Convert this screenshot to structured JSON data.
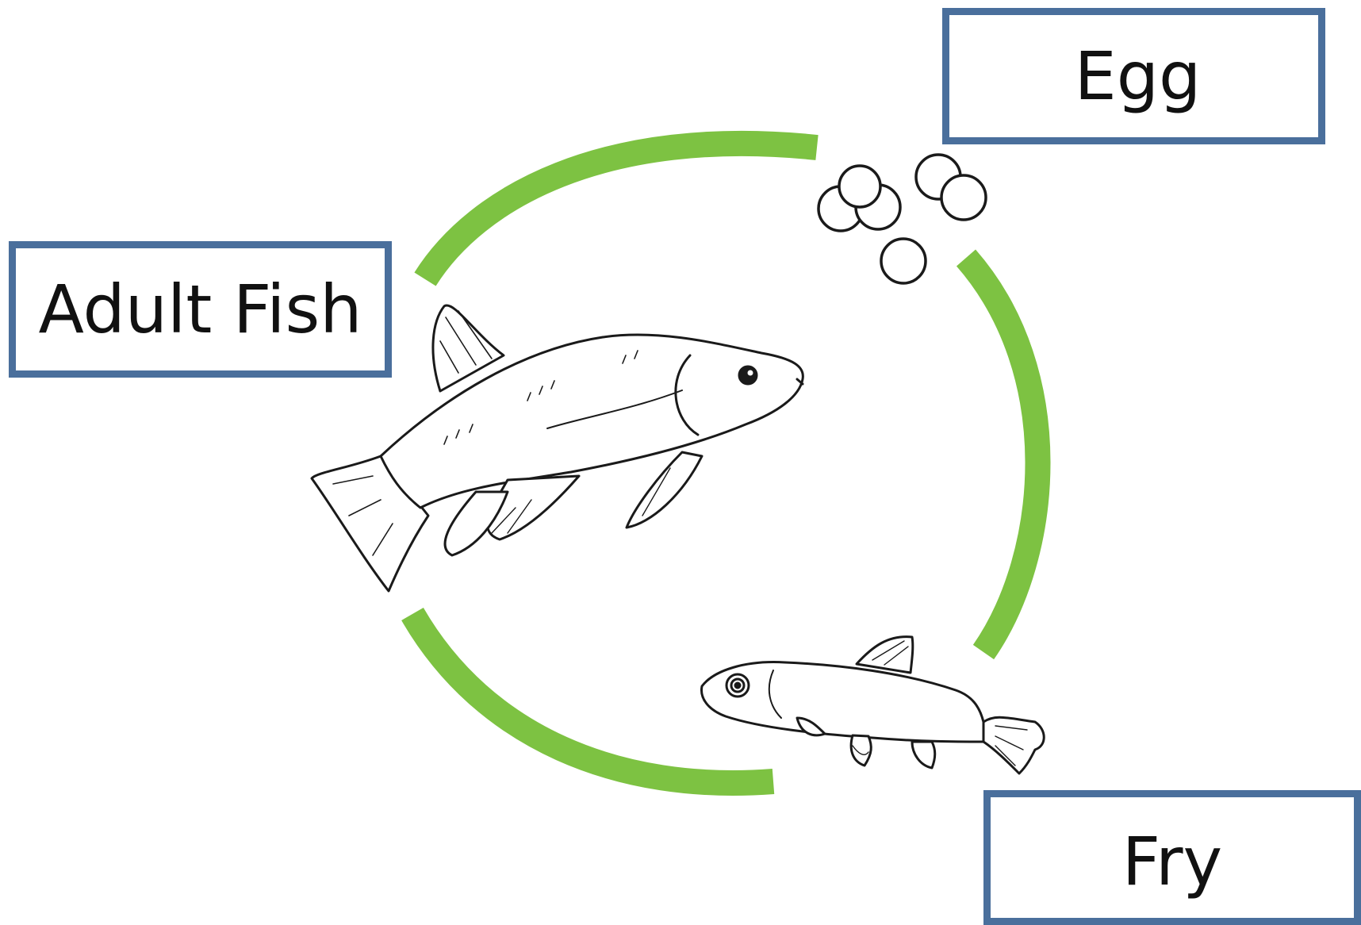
{
  "diagram": {
    "stages": [
      {
        "label": "Egg"
      },
      {
        "label": "Fry"
      },
      {
        "label": "Adult Fish"
      }
    ]
  },
  "colors": {
    "cycle_arc": "#7dc242",
    "box_border": "#4a6f9c",
    "line_art": "#1a1a1a"
  },
  "icons": [
    "egg-cluster-icon",
    "fry-fish-icon",
    "adult-fish-icon"
  ]
}
